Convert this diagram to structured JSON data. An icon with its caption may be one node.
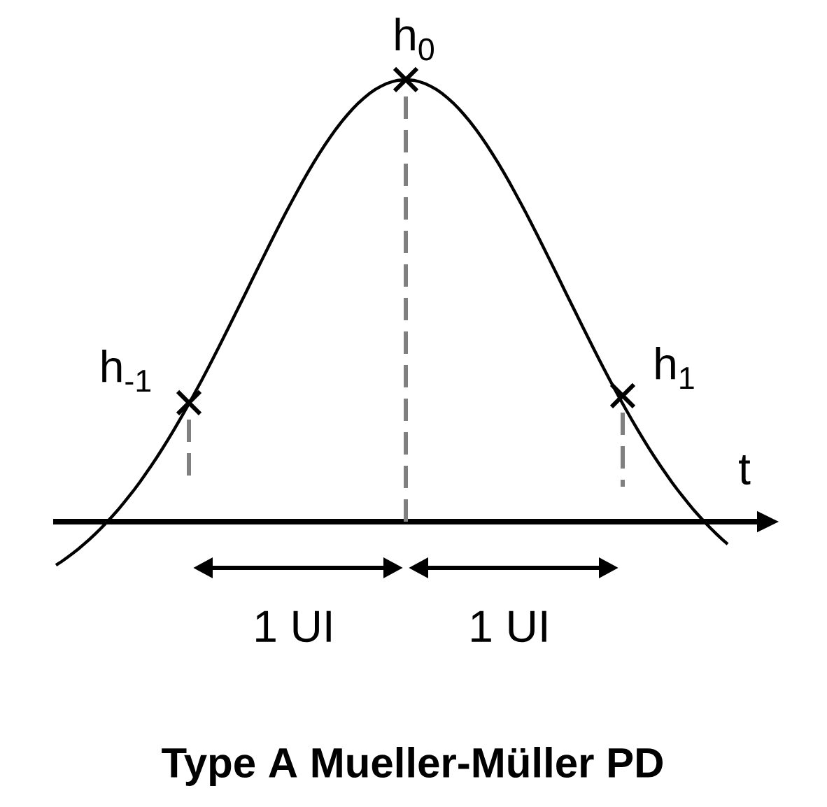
{
  "diagram": {
    "caption": "Type A Mueller-Müller PD",
    "labels": [
      "h$_{0}$",
      "h$_{-1}$",
      "h$_{1}$",
      "t",
      "1 UI",
      "1 UI"
    ]
  }
}
